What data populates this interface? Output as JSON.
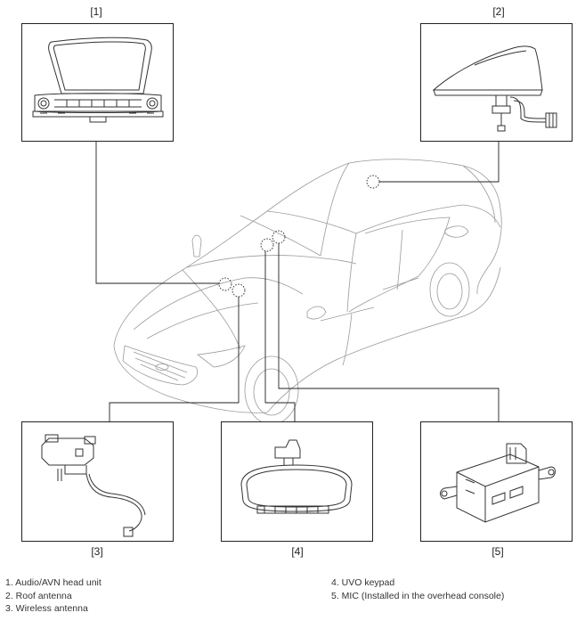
{
  "labels": {
    "c1": "[1]",
    "c2": "[2]",
    "c3": "[3]",
    "c4": "[4]",
    "c5": "[5]"
  },
  "legend": {
    "left": [
      "1. Audio/AVN head unit",
      "2. Roof antenna",
      "3. Wireless antenna"
    ],
    "right": [
      "4. UVO keypad",
      "5. MIC (Installed in the overhead console)"
    ]
  }
}
